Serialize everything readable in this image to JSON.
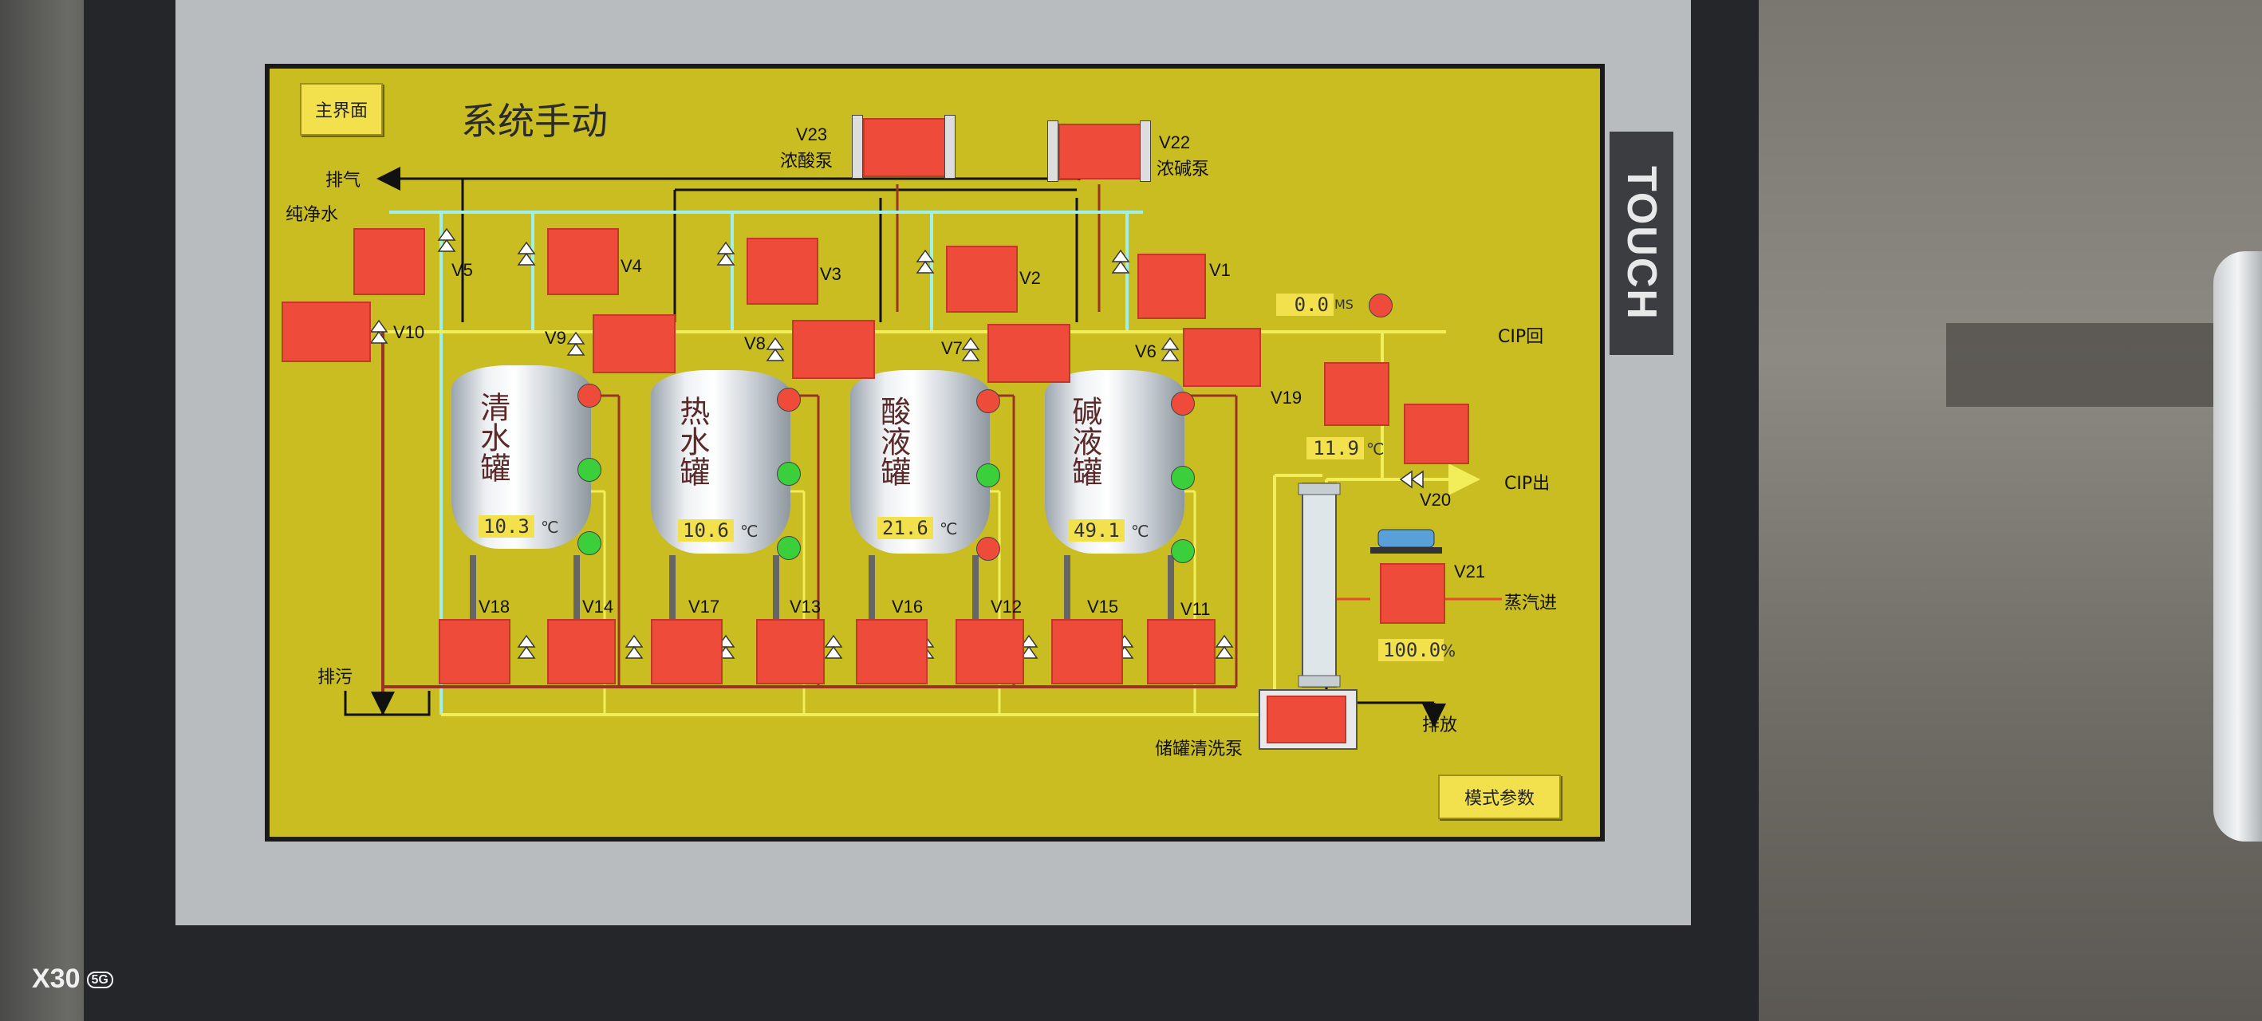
{
  "screen": {
    "main_button": "主界面",
    "title": "系统手动",
    "mode_button": "模式参数"
  },
  "pipes": {
    "exhaust": "排气",
    "pure_water": "纯净水",
    "sewage": "排污",
    "cip_return": "CIP回",
    "cip_out": "CIP出",
    "steam_in": "蒸汽进",
    "discharge": "排放",
    "wash_pump": "储罐清洗泵"
  },
  "pumps": [
    {
      "id": "V23",
      "name": "浓酸泵"
    },
    {
      "id": "V22",
      "name": "浓碱泵"
    }
  ],
  "tanks": [
    {
      "name": "清水罐",
      "temp": "10.3",
      "unit": "℃"
    },
    {
      "name": "热水罐",
      "temp": "10.6",
      "unit": "℃"
    },
    {
      "name": "酸液罐",
      "temp": "21.6",
      "unit": "℃"
    },
    {
      "name": "碱液罐",
      "temp": "49.1",
      "unit": "℃"
    }
  ],
  "valves": [
    "V1",
    "V2",
    "V3",
    "V4",
    "V5",
    "V6",
    "V7",
    "V8",
    "V9",
    "V10",
    "V11",
    "V12",
    "V13",
    "V14",
    "V15",
    "V16",
    "V17",
    "V18",
    "V19",
    "V20",
    "V21"
  ],
  "readouts": {
    "flow_value": "0.0",
    "flow_unit": "MS",
    "cip_temp": "11.9",
    "cip_temp_unit": "℃",
    "steam_percent": "100.0",
    "steam_unit": "%"
  },
  "camera_tag": {
    "model": "X30",
    "net": "5G"
  },
  "bezel_brand": "TOUCH",
  "colors": {
    "screen_bg": "#c9bd22",
    "active_red": "#ee4b3a",
    "status_green": "#3ccf3c",
    "pipe_water": "#9ff0ea",
    "pipe_yellow": "#f2ee5a",
    "pipe_return": "#9a3324"
  }
}
